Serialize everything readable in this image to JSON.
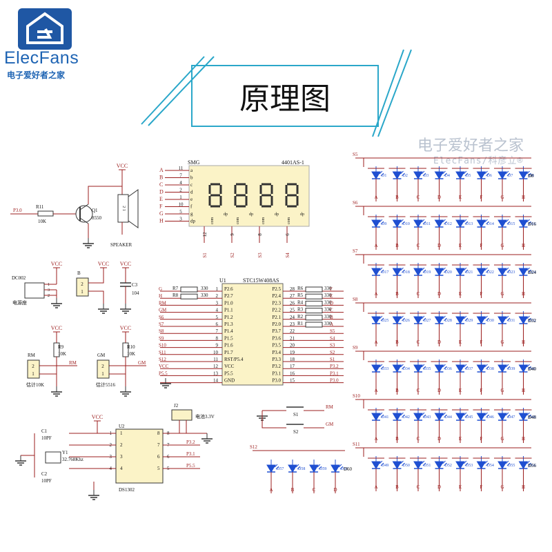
{
  "header": {
    "brand": "ElecFans",
    "brand_sub": "电子爱好者之家",
    "title": "原理图",
    "watermark_line1": "电子爱好者之家",
    "watermark_line2": "ElecFans/科彦立®"
  },
  "colors": {
    "wire": "#9b1c1c",
    "led": "#1f4fd1",
    "brand": "#1d63b3",
    "frame": "#2aa7c9",
    "display_bg": "#fbf3c7",
    "ic_bg": "#fbf3c7"
  },
  "display": {
    "ref": "SMG",
    "part": "4401AS-1",
    "left_pins": [
      "A",
      "B",
      "C",
      "D",
      "E",
      "F",
      "G",
      "H"
    ],
    "left_pin_nums": [
      "11",
      "7",
      "4",
      "2",
      "1",
      "10",
      "5",
      "3"
    ],
    "seg_labels": [
      "a",
      "b",
      "c",
      "d",
      "e",
      "f",
      "g",
      "dp"
    ],
    "bottom_nums": [
      "12",
      "9",
      "8",
      "6"
    ],
    "bottom_nets": [
      "S1",
      "S2",
      "S3",
      "S4"
    ],
    "digit_text": "com"
  },
  "mcu": {
    "ref": "U1",
    "part": "STC15W408AS",
    "left_pins": [
      {
        "net": "G",
        "res": "R7",
        "val": "330",
        "num": "1",
        "name": "P2.6"
      },
      {
        "net": "H",
        "res": "R8",
        "val": "330",
        "num": "2",
        "name": "P2.7"
      },
      {
        "net": "RM",
        "num": "3",
        "name": "P1.0"
      },
      {
        "net": "GM",
        "num": "4",
        "name": "P1.1"
      },
      {
        "net": "S6",
        "num": "5",
        "name": "P1.2"
      },
      {
        "net": "S7",
        "num": "6",
        "name": "P1.3"
      },
      {
        "net": "S8",
        "num": "7",
        "name": "P1.4"
      },
      {
        "net": "S9",
        "num": "8",
        "name": "P1.5"
      },
      {
        "net": "S10",
        "num": "9",
        "name": "P1.6"
      },
      {
        "net": "S11",
        "num": "10",
        "name": "P1.7"
      },
      {
        "net": "S12",
        "num": "11",
        "name": "RST/P5.4"
      },
      {
        "net": "VCC",
        "num": "12",
        "name": "VCC"
      },
      {
        "net": "P5.5",
        "num": "13",
        "name": "P5.5"
      },
      {
        "net": "",
        "num": "14",
        "name": "GND"
      }
    ],
    "right_pins": [
      {
        "name": "P2.5",
        "num": "28",
        "res": "R6",
        "val": "330",
        "net": "F"
      },
      {
        "name": "P2.4",
        "num": "27",
        "res": "R5",
        "val": "330",
        "net": "E"
      },
      {
        "name": "P2.3",
        "num": "26",
        "res": "R4",
        "val": "330",
        "net": "D"
      },
      {
        "name": "P2.2",
        "num": "25",
        "res": "R3",
        "val": "330",
        "net": "C"
      },
      {
        "name": "P2.1",
        "num": "24",
        "res": "R2",
        "val": "330",
        "net": "B"
      },
      {
        "name": "P2.0",
        "num": "23",
        "res": "R1",
        "val": "330",
        "net": "A"
      },
      {
        "name": "P3.7",
        "num": "22",
        "net": "S5"
      },
      {
        "name": "P3.6",
        "num": "21",
        "net": "S4"
      },
      {
        "name": "P3.5",
        "num": "20",
        "net": "S3"
      },
      {
        "name": "P3.4",
        "num": "19",
        "net": "S2"
      },
      {
        "name": "P3.3",
        "num": "18",
        "net": "S1"
      },
      {
        "name": "P3.2",
        "num": "17",
        "net": "P3.2"
      },
      {
        "name": "P3.1",
        "num": "16",
        "net": "P3.1"
      },
      {
        "name": "P3.0",
        "num": "15",
        "net": "P3.0"
      }
    ]
  },
  "speaker": {
    "vcc": "VCC",
    "net_in": "P3.0",
    "res": "R11",
    "res_val": "10K",
    "q": "Q1",
    "q_val": "8550",
    "label": "SPEAKER",
    "pins": "2 1"
  },
  "power": {
    "dc_ref": "DC002",
    "dc_label": "电源座",
    "dc_pins": [
      "1",
      "3",
      "2"
    ],
    "b_ref": "B",
    "b_pins": [
      "2",
      "1"
    ],
    "c3_ref": "C3",
    "c3_val": "104",
    "vcc": "VCC"
  },
  "sensors": {
    "rm": {
      "ref": "RM",
      "res": "R9",
      "val": "10K",
      "net": "RM",
      "label": "估计10K",
      "pins": [
        "2",
        "1"
      ]
    },
    "gm": {
      "ref": "GM",
      "res": "R10",
      "val": "10K",
      "net": "GM",
      "label": "估计5516",
      "pins": [
        "2",
        "1"
      ]
    },
    "vcc": "VCC"
  },
  "rtc": {
    "ref": "U2",
    "part": "DS1302",
    "vcc": "VCC",
    "c1": "C1",
    "c1_val": "10PF",
    "c2": "C2",
    "c2_val": "10PF",
    "y1": "Y1",
    "y1_val": "32.768Khz",
    "j2": "J2",
    "j2_label": "电池3.3V",
    "left_nums": [
      "1",
      "2",
      "3",
      "4"
    ],
    "right_nums": [
      "8",
      "7",
      "6",
      "5"
    ],
    "right_nets": [
      "",
      "P3.2",
      "P3.1",
      "P5.5"
    ]
  },
  "switches": {
    "s1": "S1",
    "s1_net": "RM",
    "s2": "S2",
    "s2_net": "GM"
  },
  "led_rows": [
    {
      "net": "S5",
      "end": "D8"
    },
    {
      "net": "S6",
      "end": "D16"
    },
    {
      "net": "S7",
      "end": "D24"
    },
    {
      "net": "S8",
      "end": "D32"
    },
    {
      "net": "S9",
      "end": "D40"
    },
    {
      "net": "S10",
      "end": "D48"
    },
    {
      "net": "S11",
      "end": "D56"
    }
  ],
  "led_row_s12": {
    "net": "S12",
    "end": "D60",
    "cols": [
      "A",
      "B",
      "C",
      "D"
    ]
  },
  "led_cols": [
    "A",
    "B",
    "C",
    "D",
    "E",
    "F",
    "G",
    "H"
  ]
}
